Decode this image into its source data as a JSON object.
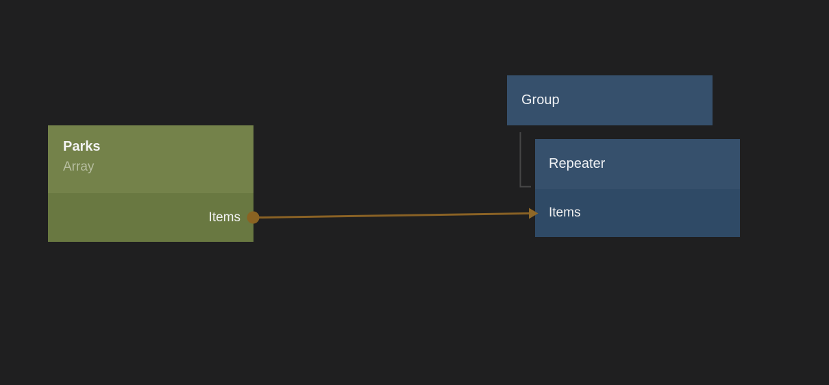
{
  "canvas": {
    "background": "#1F1F20"
  },
  "nodes": {
    "parks": {
      "title": "Parks",
      "subtitle": "Array",
      "header_color": "#74824A",
      "row_color": "#697841",
      "ports": [
        {
          "label": "Items",
          "side": "output"
        }
      ]
    },
    "group": {
      "title": "Group",
      "header_color": "#36506C"
    },
    "repeater": {
      "title": "Repeater",
      "header_color": "#36506C",
      "row_color": "#2F4A66",
      "ports": [
        {
          "label": "Items",
          "side": "input"
        }
      ]
    }
  },
  "connections": {
    "wire": {
      "from": "Parks → Items",
      "to": "Repeater → Items",
      "color": "#8A6225",
      "dot_color": "#8A6322",
      "arrow_color": "#8F6827"
    },
    "tree_link": {
      "from": "Group",
      "to": "Repeater",
      "color": "#474747"
    }
  }
}
